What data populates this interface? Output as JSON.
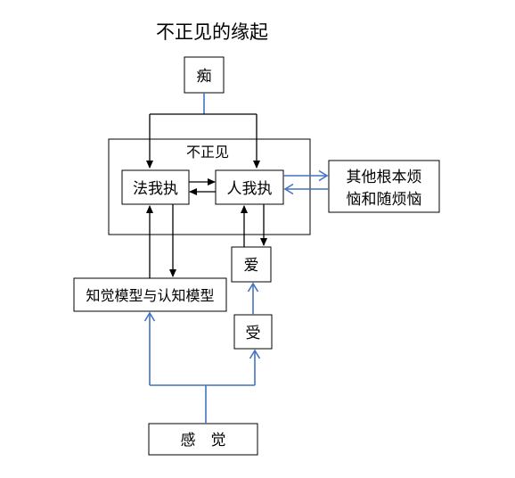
{
  "title": "不正见的缘起",
  "nodes": {
    "chi": "痴",
    "buzhengjian": "不正见",
    "fawozhi": "法我执",
    "renwozhi": "人我执",
    "qita_line1": "其他根本烦",
    "qita_line2": "恼和随烦恼",
    "ai": "爱",
    "shou": "受",
    "moxing": "知觉模型与认知模型",
    "ganjue": "感　觉"
  },
  "colors": {
    "black_arrow": "#000000",
    "blue_arrow": "#4472c4"
  }
}
